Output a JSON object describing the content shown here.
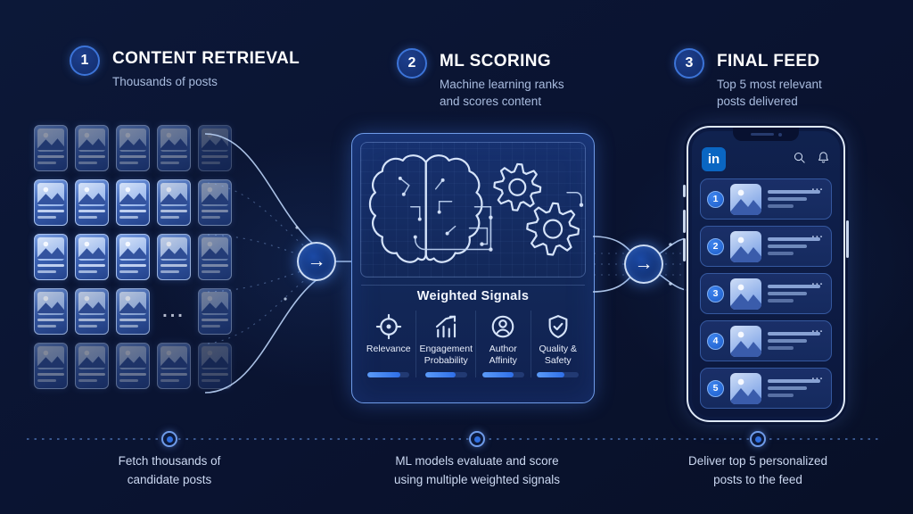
{
  "steps": [
    {
      "number": "1",
      "title": "CONTENT RETRIEVAL",
      "subtitle": "Thousands of posts",
      "caption": "Fetch thousands of\ncandidate posts"
    },
    {
      "number": "2",
      "title": "ML SCORING",
      "subtitle": "Machine learning ranks\nand scores content",
      "caption": "ML models evaluate and score\nusing multiple weighted signals"
    },
    {
      "number": "3",
      "title": "FINAL FEED",
      "subtitle": "Top 5 most relevant\nposts delivered",
      "caption": "Deliver top 5 personalized\nposts to the feed"
    }
  ],
  "grid": {
    "rows": 5,
    "cols": 5,
    "dots_row": 3,
    "dots_col": 3,
    "ellipsis": "..."
  },
  "flow": {
    "arrow_glyph": "→"
  },
  "ml_panel": {
    "signals_title": "Weighted Signals",
    "signals": [
      {
        "label": "Relevance",
        "icon": "target-icon",
        "progress": 78
      },
      {
        "label": "Engagement\nProbability",
        "icon": "growth-chart-icon",
        "progress": 72
      },
      {
        "label": "Author\nAffinity",
        "icon": "person-icon",
        "progress": 75
      },
      {
        "label": "Quality &\nSafety",
        "icon": "shield-check-icon",
        "progress": 65
      }
    ]
  },
  "phone": {
    "app_logo": "in",
    "menu_dots": "...",
    "feed_items": [
      {
        "rank": "1"
      },
      {
        "rank": "2"
      },
      {
        "rank": "3"
      },
      {
        "rank": "4"
      },
      {
        "rank": "5"
      }
    ]
  },
  "colors": {
    "background": "#0a1330",
    "accent": "#3b82f6",
    "linkedin_blue": "#0a66c2",
    "panel_border": "#6f9be8",
    "progress_fill": "#2f6fe8"
  }
}
